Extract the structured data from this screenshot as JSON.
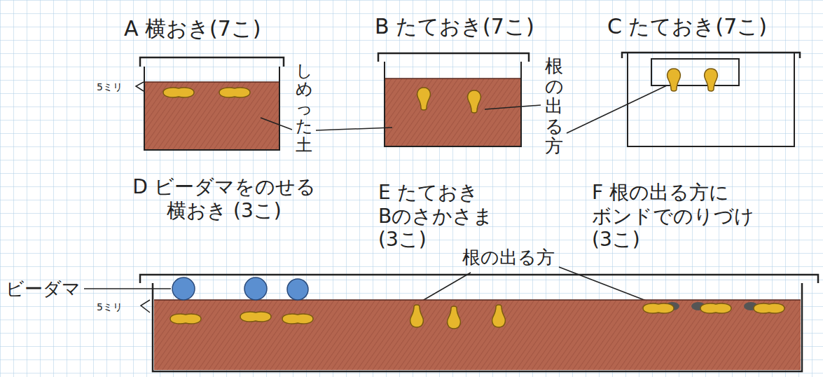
{
  "diagram": {
    "nodes": [
      {
        "text": [
          "A 横おき(7こ)"
        ]
      },
      {
        "text": [
          "B たておき(7こ)"
        ]
      },
      {
        "text": [
          "C たておき(7こ)"
        ]
      }
    ],
    "labels": [
      "5ミリ",
      "しめった土",
      "根の出る方",
      "D ビーダマをのせる 横おき (3こ)",
      "E たておき Bのさかさま (3こ)",
      "F 根の出る方に ボンドでのりづけ (3こ)",
      "ビーダマ",
      "5ミリ",
      "根の出る方"
    ]
  }
}
